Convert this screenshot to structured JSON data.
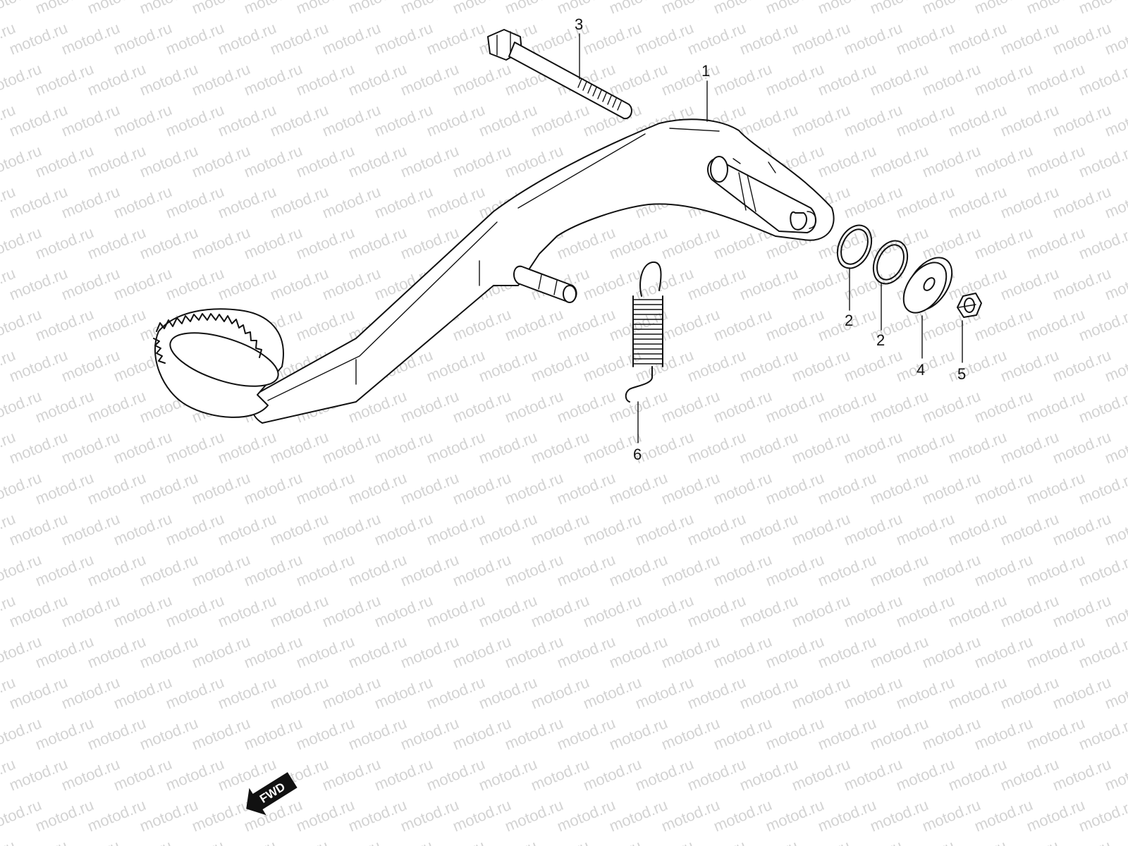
{
  "watermark": {
    "text": "motod.ru"
  },
  "callouts": [
    {
      "id": "1",
      "label": "1",
      "part": "brake-pedal"
    },
    {
      "id": "2a",
      "label": "2",
      "part": "o-ring"
    },
    {
      "id": "2b",
      "label": "2",
      "part": "o-ring"
    },
    {
      "id": "3",
      "label": "3",
      "part": "bolt"
    },
    {
      "id": "4",
      "label": "4",
      "part": "washer"
    },
    {
      "id": "5",
      "label": "5",
      "part": "nut"
    },
    {
      "id": "6",
      "label": "6",
      "part": "return-spring"
    }
  ],
  "fwd_marker": {
    "text": "FWD",
    "icon": "fwd-arrow-icon"
  },
  "colors": {
    "line": "#111111",
    "watermark": "#d3d3d3",
    "background": "#ffffff"
  }
}
